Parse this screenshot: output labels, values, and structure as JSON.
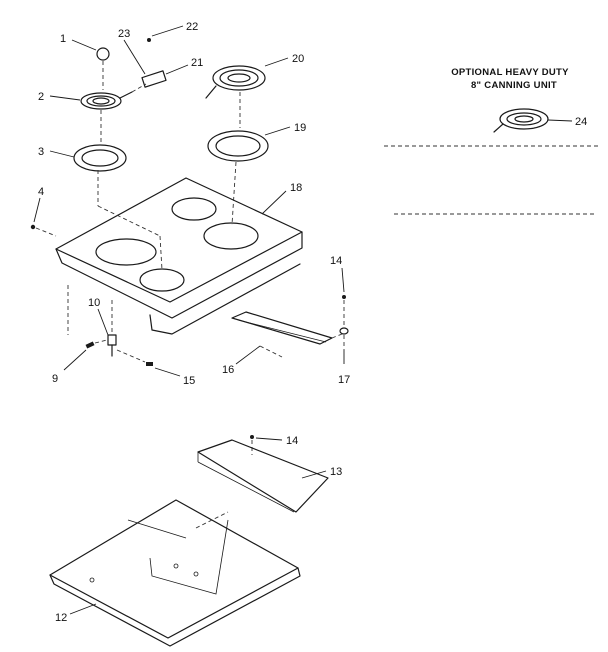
{
  "callouts": {
    "c1": "1",
    "c2": "2",
    "c3": "3",
    "c4": "4",
    "c9": "9",
    "c10": "10",
    "c12": "12",
    "c13": "13",
    "c14a": "14",
    "c14b": "14",
    "c15": "15",
    "c16": "16",
    "c17": "17",
    "c18": "18",
    "c19": "19",
    "c20": "20",
    "c21": "21",
    "c22": "22",
    "c23": "23",
    "c24": "24"
  },
  "optional_note": {
    "line1": "OPTIONAL HEAVY DUTY",
    "line2": "8\" CANNING UNIT"
  }
}
